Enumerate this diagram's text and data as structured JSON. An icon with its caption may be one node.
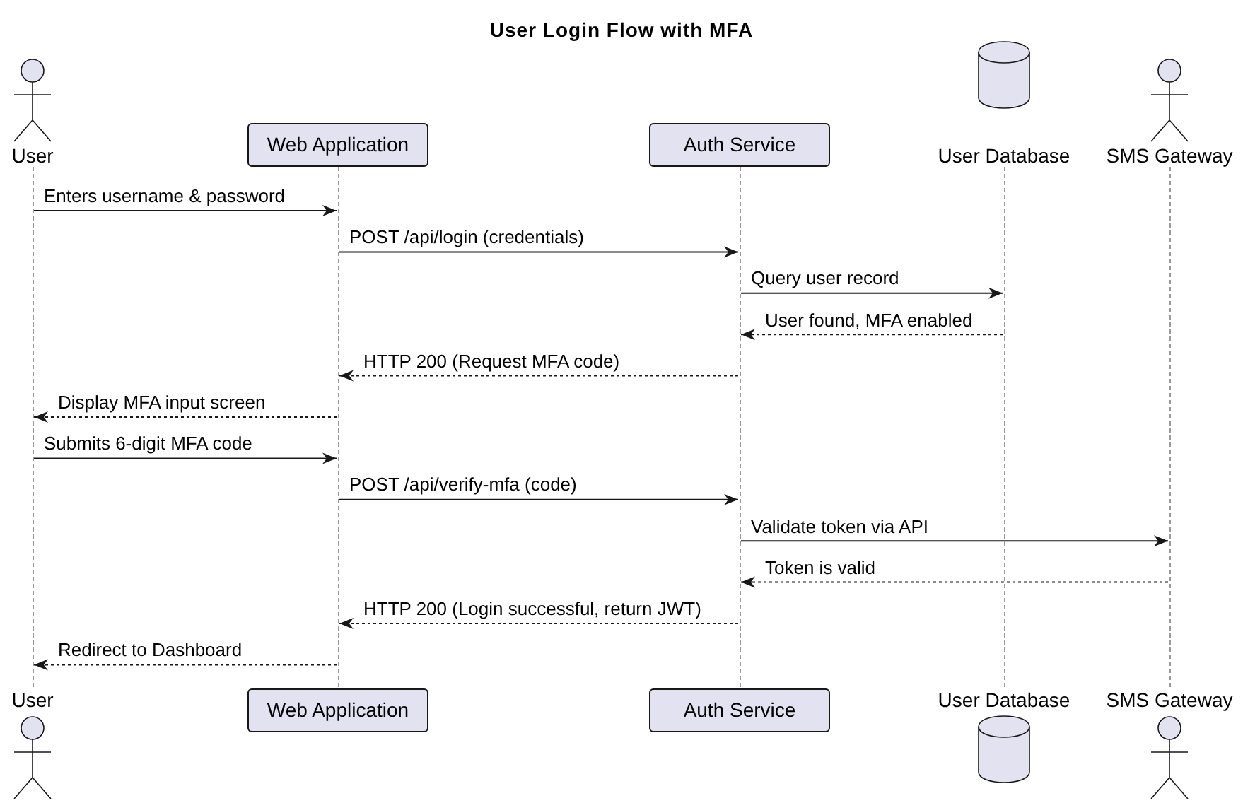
{
  "diagram": {
    "title": "User Login Flow with MFA",
    "nodes": [
      {
        "text": [
          "User"
        ]
      },
      {
        "text": [
          "Web Application"
        ]
      },
      {
        "text": [
          "Auth Service"
        ]
      },
      {
        "text": [
          "User Database"
        ]
      },
      {
        "text": [
          "SMS Gateway"
        ]
      },
      {
        "text": [],
        "shape": "line"
      },
      {
        "text": [],
        "shape": "line"
      },
      {
        "text": [],
        "shape": "line"
      },
      {
        "text": [],
        "shape": "line"
      },
      {
        "text": [],
        "shape": "line"
      },
      {
        "text": [
          "User"
        ]
      },
      {
        "text": [
          "Web Application"
        ]
      },
      {
        "text": [
          "Auth Service"
        ]
      },
      {
        "text": [
          "User Database"
        ]
      },
      {
        "text": [
          "SMS Gateway"
        ]
      }
    ],
    "edges": [
      {
        "from": 5,
        "to": 6,
        "arrow": "to",
        "label": "Enters username & password"
      },
      {
        "from": 6,
        "to": 7,
        "arrow": "to",
        "label": "POST /api/login (credentials)"
      },
      {
        "from": 7,
        "to": 8,
        "arrow": "to",
        "label": "Query user record"
      },
      {
        "from": 8,
        "to": 7,
        "arrow": "to",
        "label": "User found, MFA enabled",
        "style": "dashed"
      },
      {
        "from": 7,
        "to": 6,
        "arrow": "to",
        "label": "HTTP 200 (Request MFA code)",
        "style": "dashed"
      },
      {
        "from": 6,
        "to": 5,
        "arrow": "to",
        "label": "Display MFA input screen",
        "style": "dashed"
      },
      {
        "from": 5,
        "to": 6,
        "arrow": "to",
        "label": "Submits 6-digit MFA code"
      },
      {
        "from": 6,
        "to": 7,
        "arrow": "to",
        "label": "POST /api/verify-mfa (code)"
      },
      {
        "from": 7,
        "to": 9,
        "arrow": "to",
        "label": "Validate token via API"
      },
      {
        "from": 9,
        "to": 7,
        "arrow": "to",
        "label": "Token is valid",
        "style": "dashed"
      },
      {
        "from": 7,
        "to": 6,
        "arrow": "to",
        "label": "HTTP 200 (Login successful, return JWT)",
        "style": "dashed"
      },
      {
        "from": 6,
        "to": 5,
        "arrow": "to",
        "label": "Redirect to Dashboard",
        "style": "dashed"
      }
    ]
  }
}
